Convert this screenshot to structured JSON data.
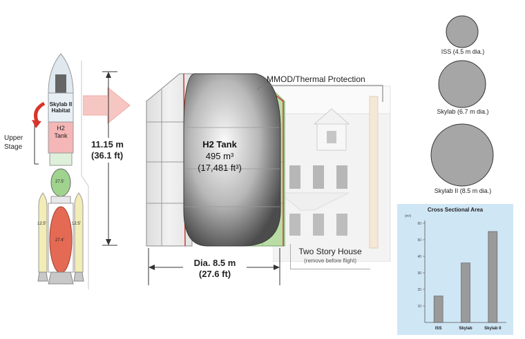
{
  "rocket": {
    "habitat_label_1": "Skylab II",
    "habitat_label_2": "Habitat",
    "tank_label_1": "H2",
    "tank_label_2": "Tank",
    "upper_stage_1": "Upper",
    "upper_stage_2": "Stage",
    "marker_upper": "27.5'",
    "marker_booster_left": "12.5'",
    "marker_booster_right": "12.5'",
    "marker_core": "27.4'"
  },
  "height_dimension": {
    "metric": "11.15 m",
    "imperial": "(36.1 ft)"
  },
  "tank": {
    "title": "H2 Tank",
    "volume_m3": "495 m³",
    "volume_ft3": "(17,481 ft³)"
  },
  "mmod_label": "MMOD/Thermal Protection",
  "diameter_dimension": {
    "metric": "Dia. 8.5 m",
    "imperial": "(27.6 ft)"
  },
  "house": {
    "label": "Two Story House",
    "note": "(remove before flight)"
  },
  "circles": [
    {
      "label": "ISS (4.5 m dia.)"
    },
    {
      "label": "Skylab (6.7 m dia.)"
    },
    {
      "label": "Skylab II (8.5 m dia.)"
    }
  ],
  "chart_data": {
    "type": "bar",
    "title": "Cross Sectional Area",
    "ylabel": "(m²)",
    "categories": [
      "ISS",
      "Skylab",
      "Skylab II"
    ],
    "values": [
      16,
      36,
      55
    ],
    "ylim": [
      0,
      60
    ],
    "yticks": [
      10,
      20,
      30,
      40,
      50,
      60
    ],
    "bar_color": "#9a9a9a",
    "background_color": "#cfe6f5"
  }
}
